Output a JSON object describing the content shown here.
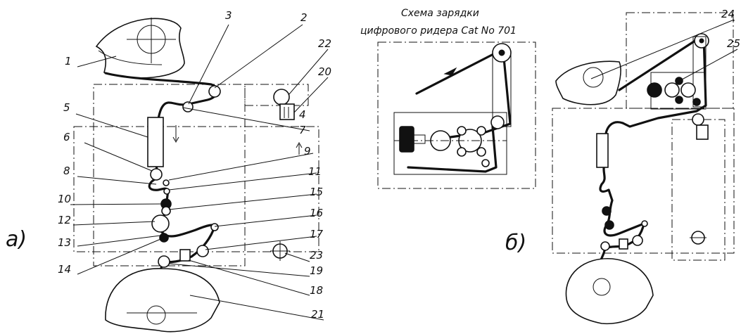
{
  "title": {
    "line1": "Схема зарядки",
    "line2": "цифрового ридера Cat No 701"
  },
  "captions": {
    "a": "а)",
    "b": "б)"
  },
  "labels_a": {
    "l1": "1",
    "l2": "2",
    "l3": "3",
    "l4": "4",
    "l5": "5",
    "l6": "6",
    "l7": "7",
    "l8": "8",
    "l9": "9",
    "l10": "10",
    "l11": "11",
    "l12": "12",
    "l13": "13",
    "l14": "14",
    "l15": "15",
    "l16": "16",
    "l17": "17",
    "l18": "18",
    "l19": "19",
    "l20": "20",
    "l21": "21",
    "l22": "22",
    "l23": "23"
  },
  "labels_b": {
    "l24": "24",
    "l25": "25"
  }
}
